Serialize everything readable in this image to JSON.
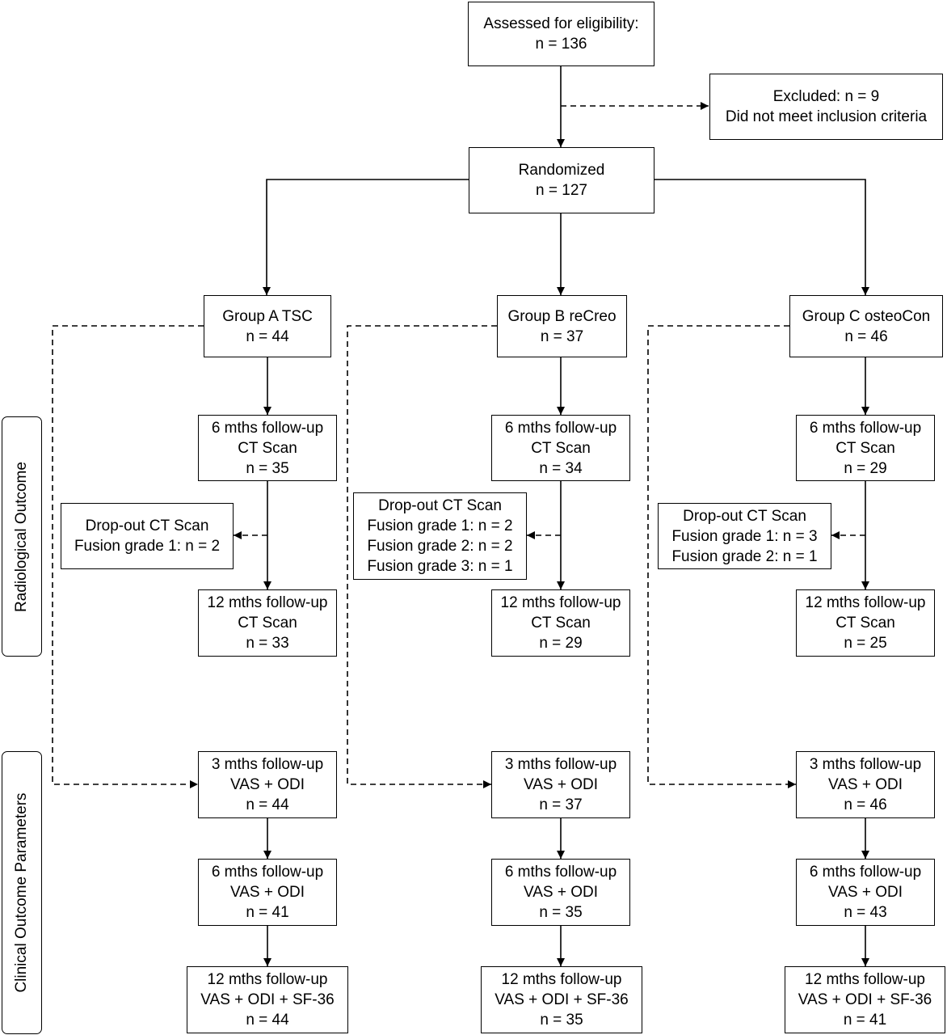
{
  "side_labels": {
    "radiological": "Radiological Outcome",
    "clinical": "Clinical Outcome Parameters"
  },
  "eligibility": {
    "line1": "Assessed for eligibility:",
    "line2": "n = 136"
  },
  "excluded": {
    "line1": "Excluded: n = 9",
    "line2": "Did not meet inclusion criteria"
  },
  "randomized": {
    "line1": "Randomized",
    "line2": "n = 127"
  },
  "groups": [
    {
      "name": "Group A TSC",
      "n": "n = 44",
      "ct6": {
        "line1": "6 mths follow-up",
        "line2": "CT Scan",
        "line3": "n = 35"
      },
      "dropout": {
        "title": "Drop-out CT Scan",
        "lines": [
          "Fusion grade 1: n = 2"
        ]
      },
      "ct12": {
        "line1": "12 mths follow-up",
        "line2": "CT Scan",
        "line3": "n = 33"
      },
      "clin3": {
        "line1": "3 mths follow-up",
        "line2": "VAS + ODI",
        "line3": "n = 44"
      },
      "clin6": {
        "line1": "6 mths follow-up",
        "line2": "VAS + ODI",
        "line3": "n = 41"
      },
      "clin12": {
        "line1": "12 mths follow-up",
        "line2": "VAS + ODI + SF-36",
        "line3": "n = 44"
      }
    },
    {
      "name": "Group B reCreo",
      "n": "n = 37",
      "ct6": {
        "line1": "6 mths follow-up",
        "line2": "CT Scan",
        "line3": "n = 34"
      },
      "dropout": {
        "title": "Drop-out CT Scan",
        "lines": [
          "Fusion grade 1: n = 2",
          "Fusion grade 2: n = 2",
          "Fusion grade 3: n = 1"
        ]
      },
      "ct12": {
        "line1": "12 mths follow-up",
        "line2": "CT Scan",
        "line3": "n = 29"
      },
      "clin3": {
        "line1": "3 mths follow-up",
        "line2": "VAS + ODI",
        "line3": "n = 37"
      },
      "clin6": {
        "line1": "6 mths follow-up",
        "line2": "VAS + ODI",
        "line3": "n = 35"
      },
      "clin12": {
        "line1": "12 mths follow-up",
        "line2": "VAS + ODI + SF-36",
        "line3": "n = 35"
      }
    },
    {
      "name": "Group C osteoCon",
      "n": "n = 46",
      "ct6": {
        "line1": "6 mths follow-up",
        "line2": "CT Scan",
        "line3": "n = 29"
      },
      "dropout": {
        "title": "Drop-out CT Scan",
        "lines": [
          "Fusion grade 1: n = 3",
          "Fusion grade 2: n = 1"
        ]
      },
      "ct12": {
        "line1": "12 mths follow-up",
        "line2": "CT Scan",
        "line3": "n = 25"
      },
      "clin3": {
        "line1": "3 mths follow-up",
        "line2": "VAS + ODI",
        "line3": "n = 46"
      },
      "clin6": {
        "line1": "6 mths follow-up",
        "line2": "VAS + ODI",
        "line3": "n = 43"
      },
      "clin12": {
        "line1": "12 mths follow-up",
        "line2": "VAS + ODI + SF-36",
        "line3": "n = 41"
      }
    }
  ]
}
